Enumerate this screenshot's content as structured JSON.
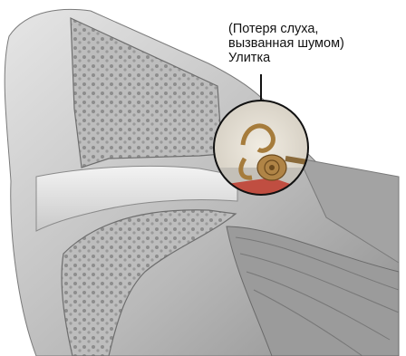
{
  "annotation": {
    "line1": "(Потеря слуха,",
    "line2": "вызванная шумом)",
    "line3": "Улитка"
  },
  "colors": {
    "background": "#ffffff",
    "tissue_light": "#d9d9d9",
    "tissue_mid": "#a9a9a9",
    "tissue_dark": "#6f6f6f",
    "bone": "#b8b8b8",
    "cochlea": "#a67c3c",
    "eardrum_red": "#c0392b",
    "outline": "#111111"
  },
  "icons": [
    "ear-anatomy-illustration",
    "cochlea-magnifier"
  ]
}
